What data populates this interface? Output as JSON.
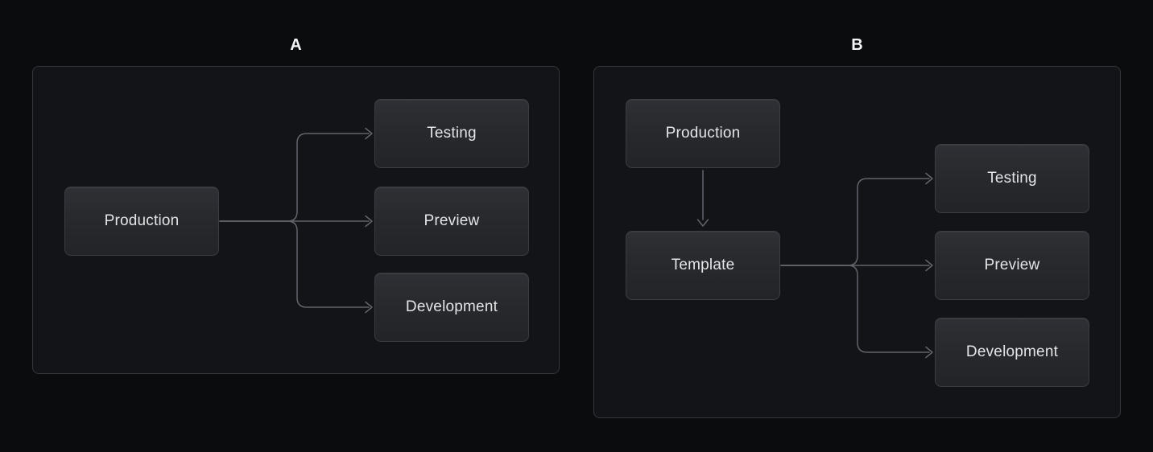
{
  "figure": {
    "panels": [
      {
        "id": "A",
        "label": "A",
        "nodes": [
          {
            "id": "production",
            "label": "Production"
          },
          {
            "id": "testing",
            "label": "Testing"
          },
          {
            "id": "preview",
            "label": "Preview"
          },
          {
            "id": "development",
            "label": "Development"
          }
        ],
        "edges": [
          {
            "from": "production",
            "to": "testing"
          },
          {
            "from": "production",
            "to": "preview"
          },
          {
            "from": "production",
            "to": "development"
          }
        ]
      },
      {
        "id": "B",
        "label": "B",
        "nodes": [
          {
            "id": "production",
            "label": "Production"
          },
          {
            "id": "template",
            "label": "Template"
          },
          {
            "id": "testing",
            "label": "Testing"
          },
          {
            "id": "preview",
            "label": "Preview"
          },
          {
            "id": "development",
            "label": "Development"
          }
        ],
        "edges": [
          {
            "from": "production",
            "to": "template"
          },
          {
            "from": "template",
            "to": "testing"
          },
          {
            "from": "template",
            "to": "preview"
          },
          {
            "from": "template",
            "to": "development"
          }
        ]
      }
    ],
    "colors": {
      "background": "#0b0c0e",
      "panel_background": "#131418",
      "panel_border": "#33363b",
      "node_fill_top": "#2e3035",
      "node_fill_bottom": "#222428",
      "node_border": "#3a3d43",
      "node_text": "#e4e5e7",
      "connector": "#61656b",
      "panel_label": "#f4f5f6"
    }
  }
}
